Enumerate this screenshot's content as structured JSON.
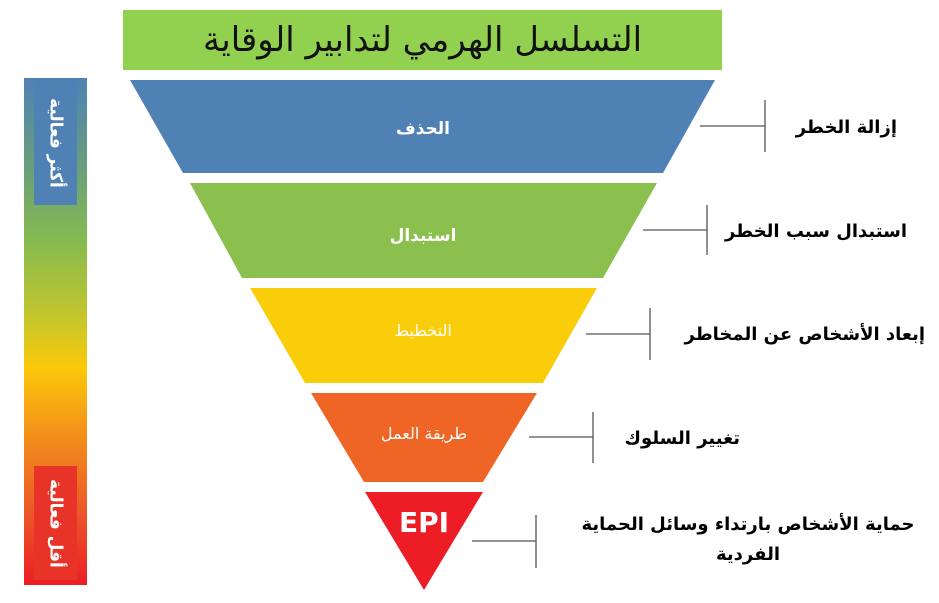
{
  "title": "التسلسل الهرمي لتدابير الوقاية",
  "scale": {
    "top_label": "أكثر فعالية",
    "bottom_label": "أقل فعالية"
  },
  "levels": [
    {
      "band": "الحذف",
      "description": "إزالة الخطر",
      "color": "#4f81b5"
    },
    {
      "band": "استبدال",
      "description": "استبدال سبب الخطر",
      "color": "#8bc04f"
    },
    {
      "band": "التخطيط",
      "description": "إبعاد الأشخاص عن المخاطر",
      "color": "#f9cd0a"
    },
    {
      "band": "طريقة العمل",
      "description": "تغيير السلوك",
      "color": "#ee6525"
    },
    {
      "band": "EPI",
      "description": "حماية الأشخاص بارتداء وسائل الحماية الفردية",
      "color": "#ec1d25"
    }
  ]
}
